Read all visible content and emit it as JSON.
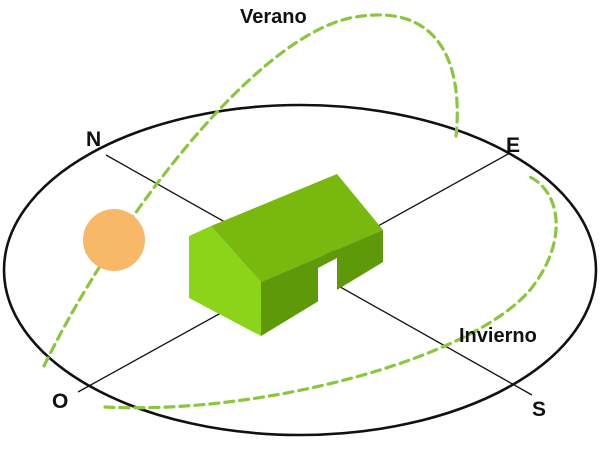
{
  "labels": {
    "summer": "Verano",
    "winter": "Invierno",
    "north": "N",
    "east": "E",
    "south": "S",
    "west": "O"
  },
  "colors": {
    "path": "#8cc63f",
    "house_front": "#8cd41a",
    "house_roof": "#78b80f",
    "house_side": "#5e990a",
    "house_door": "#ffffff",
    "sun": "#f7b868",
    "axis": "#111111"
  },
  "icons": {
    "sun": "sun-icon",
    "house": "house-icon"
  }
}
